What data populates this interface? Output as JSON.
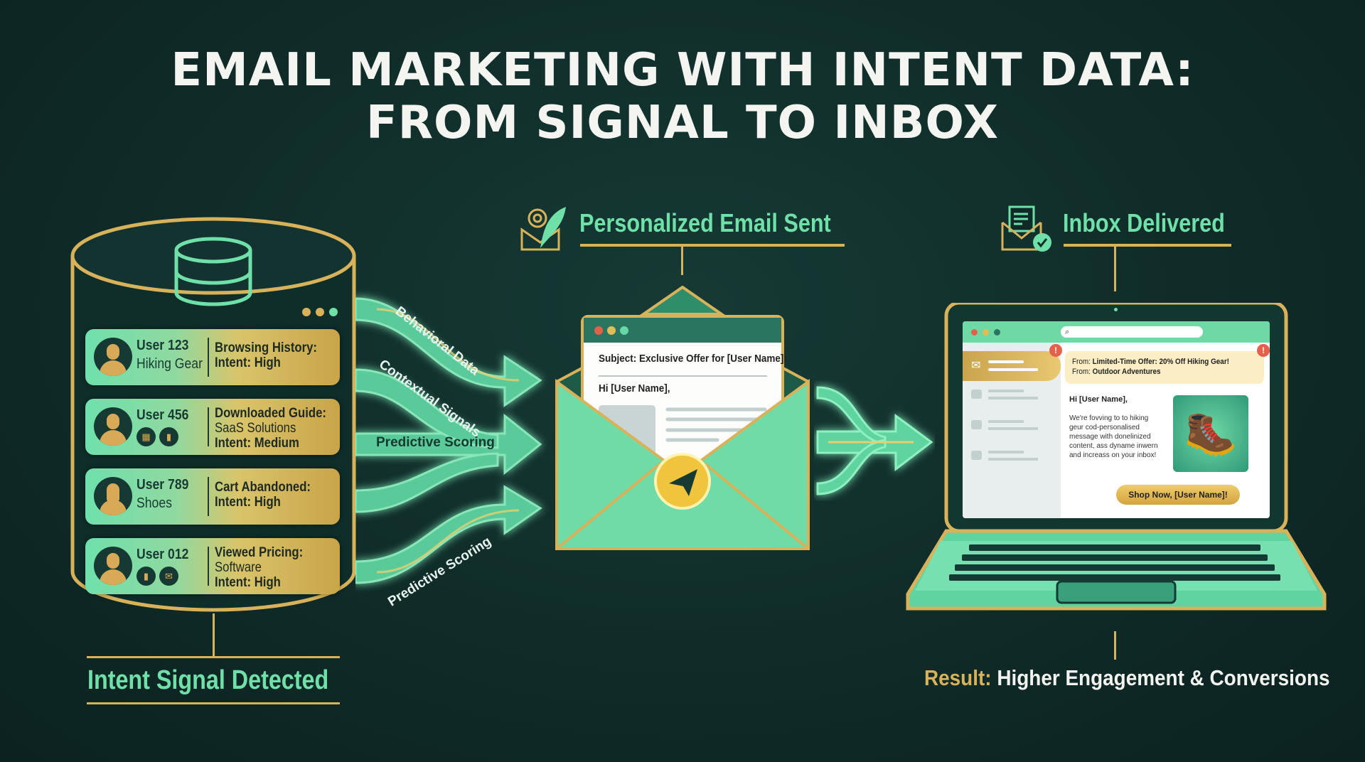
{
  "title": {
    "line1": "EMAIL MARKETING WITH INTENT DATA:",
    "line2": "FROM SIGNAL TO INBOX"
  },
  "colors": {
    "background": "#0f2a27",
    "accent_green": "#6fe0a8",
    "gold": "#d8b25a"
  },
  "database": {
    "icon": "database-icon",
    "label": "Intent Signal Detected",
    "users": [
      {
        "name": "User 123",
        "sub": "Hiking Gear",
        "signal": "Browsing History:",
        "detail": "",
        "intent": "Intent: High",
        "icons": []
      },
      {
        "name": "User 456",
        "sub": "",
        "signal": "Downloaded Guide:",
        "detail": "SaaS Solutions",
        "intent": "Intent: Medium",
        "icons": [
          "calendar-icon",
          "bar-chart-icon"
        ]
      },
      {
        "name": "User 789",
        "sub": "Shoes",
        "signal": "Cart Abandoned:",
        "detail": "",
        "intent": "Intent: High",
        "icons": []
      },
      {
        "name": "User 012",
        "sub": "",
        "signal": "Viewed Pricing:",
        "detail": "Software",
        "intent": "Intent: High",
        "icons": [
          "bar-chart-icon",
          "envelope-chart-icon"
        ]
      }
    ]
  },
  "flows": {
    "behavioral": "Behavioral Data",
    "contextual": "Contextual Signals",
    "predictive_main": "Predictive Scoring",
    "predictive_lower": "Predictive Scoring"
  },
  "email_sent": {
    "header": "Personalized Email Sent",
    "icon": "gear-quill-envelope-icon",
    "subject": "Subject: Exclusive Offer for [User Name]!",
    "greeting": "Hi [User Name],",
    "send_icon": "paper-plane-icon"
  },
  "inbox": {
    "header": "Inbox Delivered",
    "icon": "envelope-check-icon",
    "from_label": "From:",
    "subject": "Limited-Time Offer: 20% Off Hiking Gear!",
    "sender": "Outdoor Adventures",
    "greeting": "Hi [User Name],",
    "body": "We're fovving to to hiking geur cod-personalised message with donelinized content, ass dyname inwern and increass on your inbox!",
    "cta": "Shop Now, [User Name]!"
  },
  "result": {
    "label": "Result:",
    "text": "Higher Engagement & Conversions"
  }
}
